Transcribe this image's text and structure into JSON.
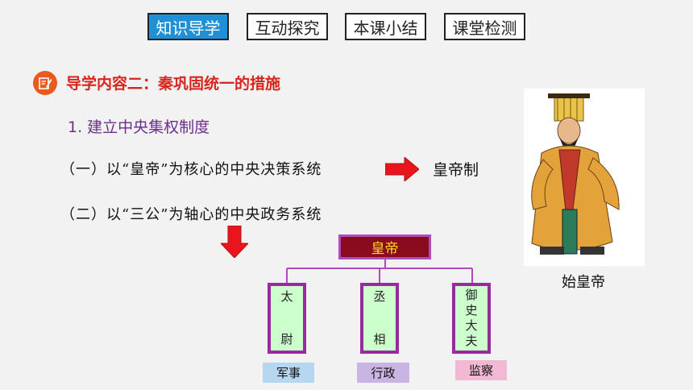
{
  "nav": {
    "items": [
      {
        "label": "知识导学",
        "active": true
      },
      {
        "label": "互动探究",
        "active": false
      },
      {
        "label": "本课小结",
        "active": false
      },
      {
        "label": "课堂检测",
        "active": false
      }
    ]
  },
  "section": {
    "title": "导学内容二：秦巩固统一的措施",
    "icon": "pencil-note-icon",
    "icon_color": "#ea5a1e"
  },
  "subtitle": "1. 建立中央集权制度",
  "lines": {
    "one": "（一）以“皇帝”为核心的中央决策系统",
    "one_result": "皇帝制",
    "two": "（二）以“三公”为轴心的中央政务系统"
  },
  "portrait": {
    "caption": "始皇帝"
  },
  "org_chart": {
    "top": "皇帝",
    "offices": [
      {
        "chars": [
          "太",
          "尉"
        ],
        "duty": "军事"
      },
      {
        "chars": [
          "丞",
          "相"
        ],
        "duty": "行政"
      },
      {
        "chars": [
          "御",
          "史",
          "大",
          "夫"
        ],
        "duty": "监察"
      }
    ]
  },
  "colors": {
    "active_tab": "#1f8fd6",
    "title_red": "#d9241c",
    "subtitle_purple": "#6b2d8e",
    "arrow_red": "#e8151c"
  }
}
